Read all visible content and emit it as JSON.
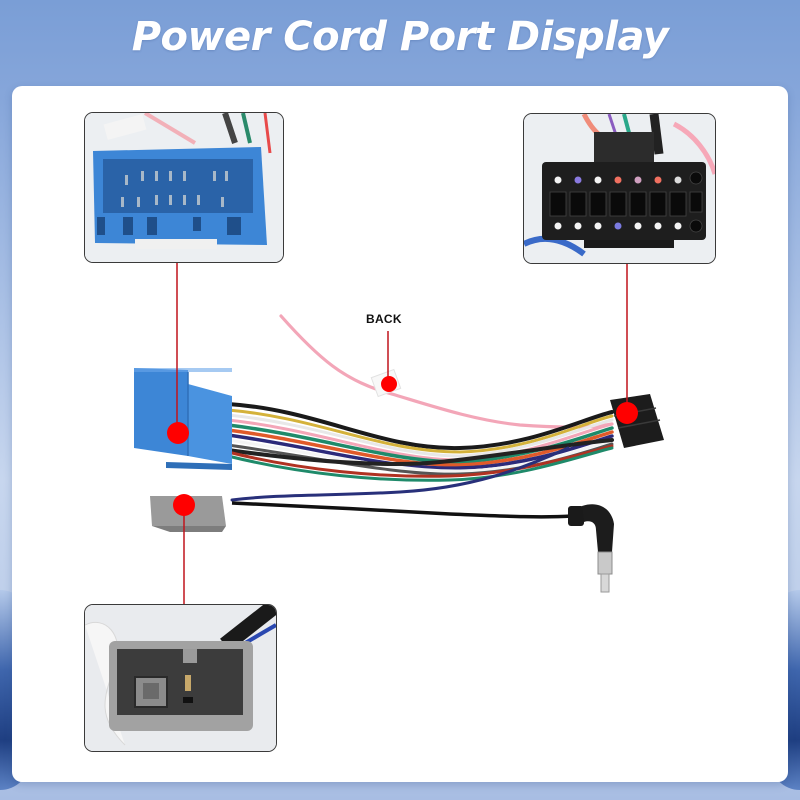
{
  "header": {
    "title": "Power Cord Port Display"
  },
  "callouts": {
    "back_label": "BACK"
  },
  "insets": [
    {
      "id": "blue-20pin-connector",
      "description": "Blue 20-pin vehicle-side connector close-up",
      "position": "top-left"
    },
    {
      "id": "black-16pin-connector",
      "description": "Black 16-pin head-unit connector close-up",
      "position": "top-right"
    },
    {
      "id": "grey-antenna-connector",
      "description": "Grey antenna adapter connector close-up",
      "position": "bottom-left"
    }
  ],
  "colors": {
    "title_text": "#ffffff",
    "background_top": "#7a9ed6",
    "panel": "#ffffff",
    "marker_red": "#ff0000",
    "leader_line": "#c0141c",
    "blue_connector": "#3d86d6",
    "grey_connector": "#9a9a9a",
    "black_connector": "#1c1c1c"
  }
}
